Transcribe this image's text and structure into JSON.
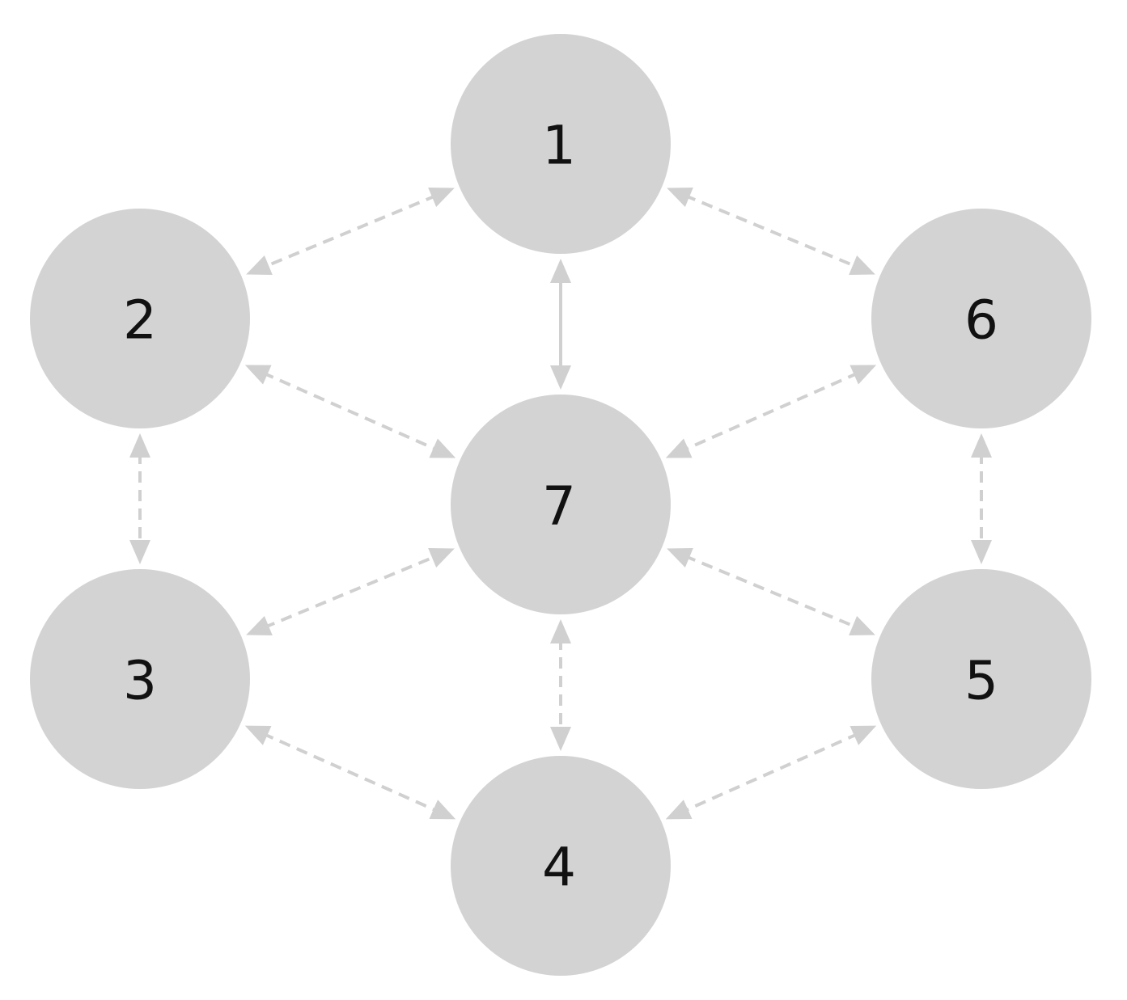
{
  "nodes": [
    {
      "id": "n1",
      "label": "1"
    },
    {
      "id": "n2",
      "label": "2"
    },
    {
      "id": "n3",
      "label": "3"
    },
    {
      "id": "n4",
      "label": "4"
    },
    {
      "id": "n5",
      "label": "5"
    },
    {
      "id": "n6",
      "label": "6"
    },
    {
      "id": "n7",
      "label": "7"
    }
  ],
  "edges": [
    {
      "from": "1",
      "to": "2",
      "style": "dashed",
      "direction": "both"
    },
    {
      "from": "1",
      "to": "6",
      "style": "dashed",
      "direction": "both"
    },
    {
      "from": "1",
      "to": "7",
      "style": "solid",
      "direction": "both"
    },
    {
      "from": "2",
      "to": "3",
      "style": "dashed",
      "direction": "both"
    },
    {
      "from": "2",
      "to": "7",
      "style": "dashed",
      "direction": "both"
    },
    {
      "from": "3",
      "to": "7",
      "style": "dashed",
      "direction": "both"
    },
    {
      "from": "3",
      "to": "4",
      "style": "dashed",
      "direction": "both"
    },
    {
      "from": "7",
      "to": "4",
      "style": "dashed",
      "direction": "both"
    },
    {
      "from": "6",
      "to": "7",
      "style": "dashed",
      "direction": "both"
    },
    {
      "from": "7",
      "to": "5",
      "style": "dashed",
      "direction": "both"
    },
    {
      "from": "6",
      "to": "5",
      "style": "dashed",
      "direction": "both"
    },
    {
      "from": "5",
      "to": "4",
      "style": "dashed",
      "direction": "both"
    }
  ],
  "colors": {
    "node_fill": "#d3d3d3",
    "edge": "#d0d0d0",
    "label": "#111111",
    "background": "#ffffff"
  }
}
